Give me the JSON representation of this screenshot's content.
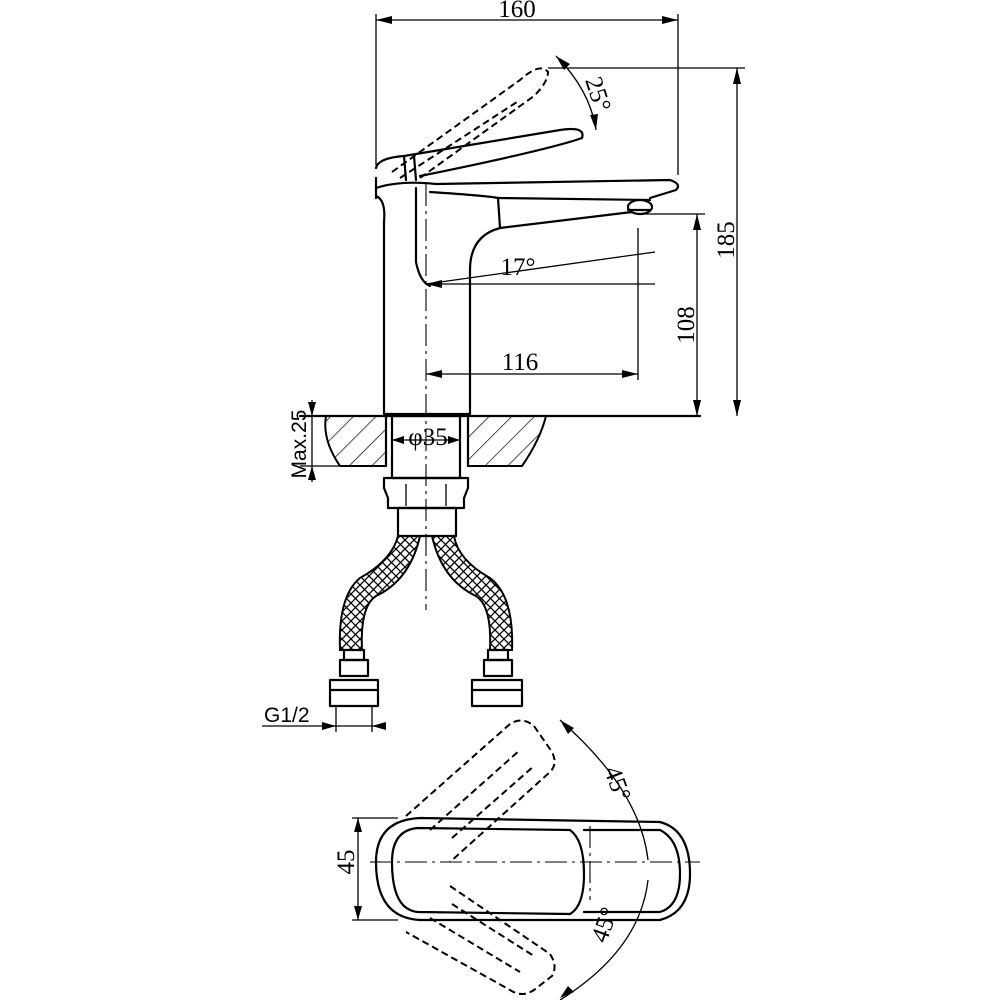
{
  "dimensions": {
    "overall_width": "160",
    "overall_height": "185",
    "spout_height": "108",
    "spout_reach": "116",
    "lever_tilt": "25°",
    "spout_angle": "17°",
    "mount_diameter": "φ35",
    "deck_thickness": "Max.25",
    "hose_thread": "G1/2",
    "handle_width": "45",
    "rotation_upper": "45°",
    "rotation_lower": "45°"
  }
}
